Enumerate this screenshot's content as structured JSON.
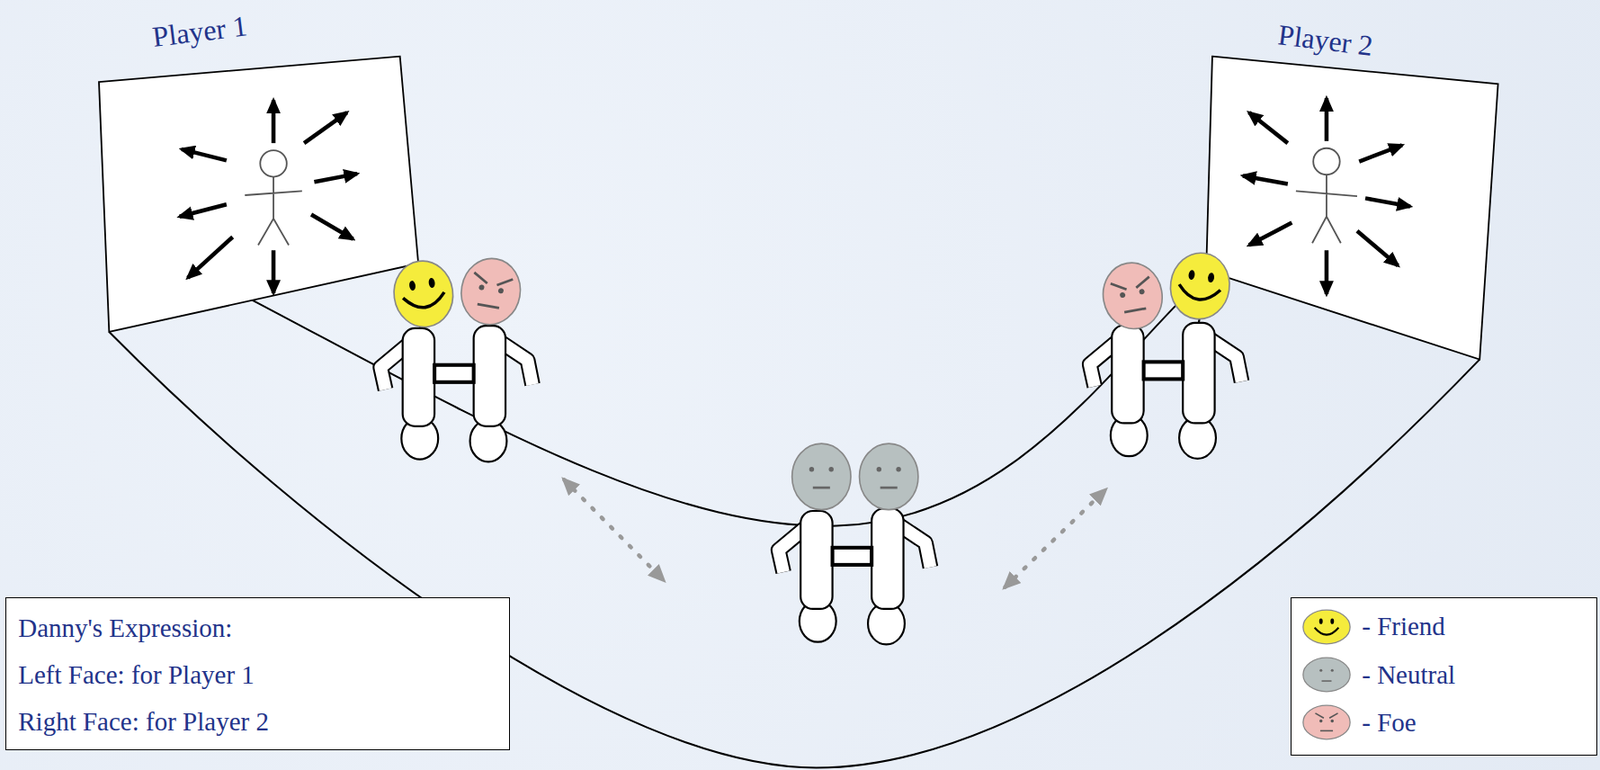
{
  "diagram": {
    "nodes": [
      {
        "text": [
          "Player 1"
        ]
      },
      {
        "text": [
          "Player 2"
        ]
      },
      {
        "text": [
          "Danny's Expression:",
          "Left Face: for Player 1",
          "Right Face: for Player 2"
        ]
      }
    ],
    "legend": [
      {
        "text": "- Friend",
        "color": "#f5ec3c"
      },
      {
        "text": "- Neutral",
        "color": "#b7c0c0"
      },
      {
        "text": "- Foe",
        "color": "#f0bcb8"
      }
    ]
  }
}
